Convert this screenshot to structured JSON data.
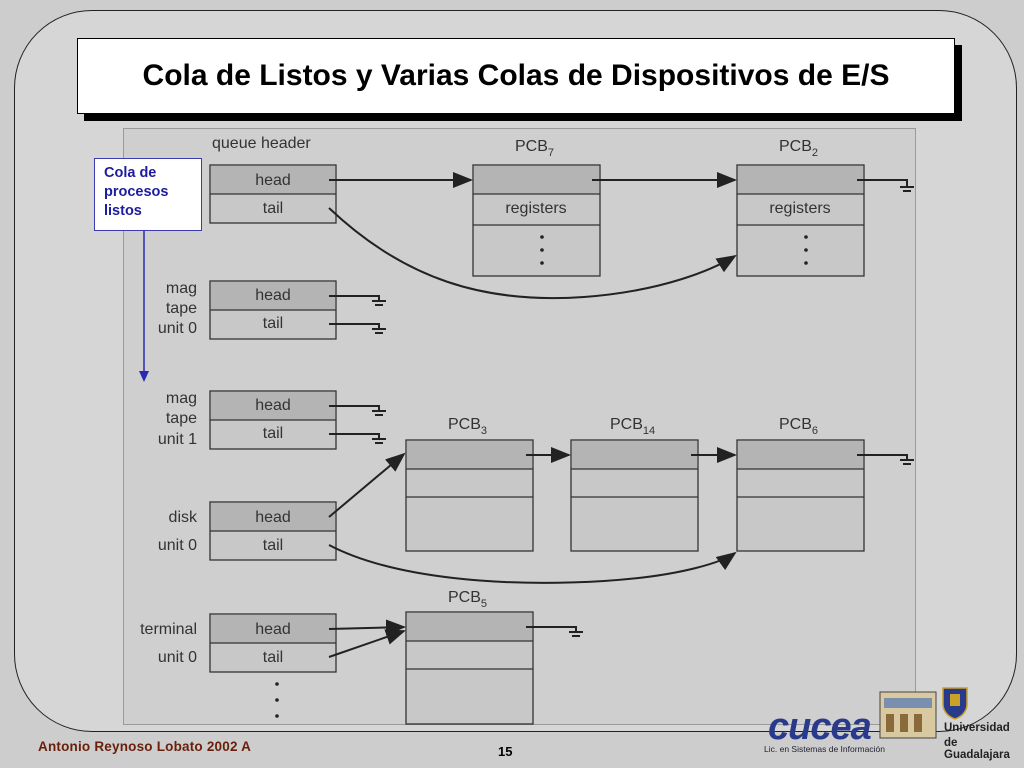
{
  "slide": {
    "title": "Cola de Listos y Varias Colas de Dispositivos de E/S",
    "author": "Antonio Reynoso Lobato 2002 A",
    "page_number": "15"
  },
  "annotation": {
    "lines": [
      "Cola de",
      "procesos",
      "listos"
    ]
  },
  "diagram": {
    "queue_header_label": "queue header",
    "field_head": "head",
    "field_tail": "tail",
    "field_registers": "registers",
    "device_labels": {
      "ready": [],
      "mag_tape_0": [
        "mag",
        "tape",
        "unit 0"
      ],
      "mag_tape_1": [
        "mag",
        "tape",
        "unit 1"
      ],
      "disk": [
        "disk",
        "unit 0"
      ],
      "terminal": [
        "terminal",
        "unit 0"
      ]
    },
    "pcbs": [
      {
        "name": "PCB",
        "sub": "7"
      },
      {
        "name": "PCB",
        "sub": "2"
      },
      {
        "name": "PCB",
        "sub": "3"
      },
      {
        "name": "PCB",
        "sub": "14"
      },
      {
        "name": "PCB",
        "sub": "6"
      },
      {
        "name": "PCB",
        "sub": "5"
      }
    ]
  },
  "logo": {
    "brand": "cucea",
    "tagline": "Lic. en Sistemas de Información",
    "university_line1": "Universidad",
    "university_line2": "de Guadalajara"
  },
  "colors": {
    "accent_blue": "#1c1ca0",
    "author_text": "#6a1f0a",
    "field_fill": "#b4b4b4"
  }
}
